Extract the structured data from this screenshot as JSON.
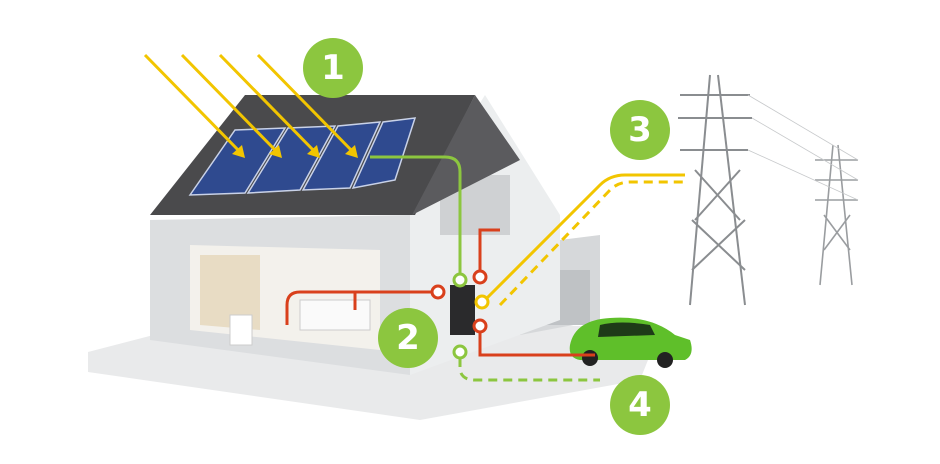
{
  "badges": [
    "1",
    "2",
    "3",
    "4"
  ],
  "colors": {
    "badge": "#8cc63f",
    "sun_ray": "#f2c500",
    "solar_flow": "#8cc63f",
    "home_flow": "#d9401c",
    "grid_flow": "#f2c500",
    "roof": "#4a4a4c",
    "panel": "#2f4a8f",
    "wall": "#e2e4e6",
    "car": "#5fbf2a"
  }
}
